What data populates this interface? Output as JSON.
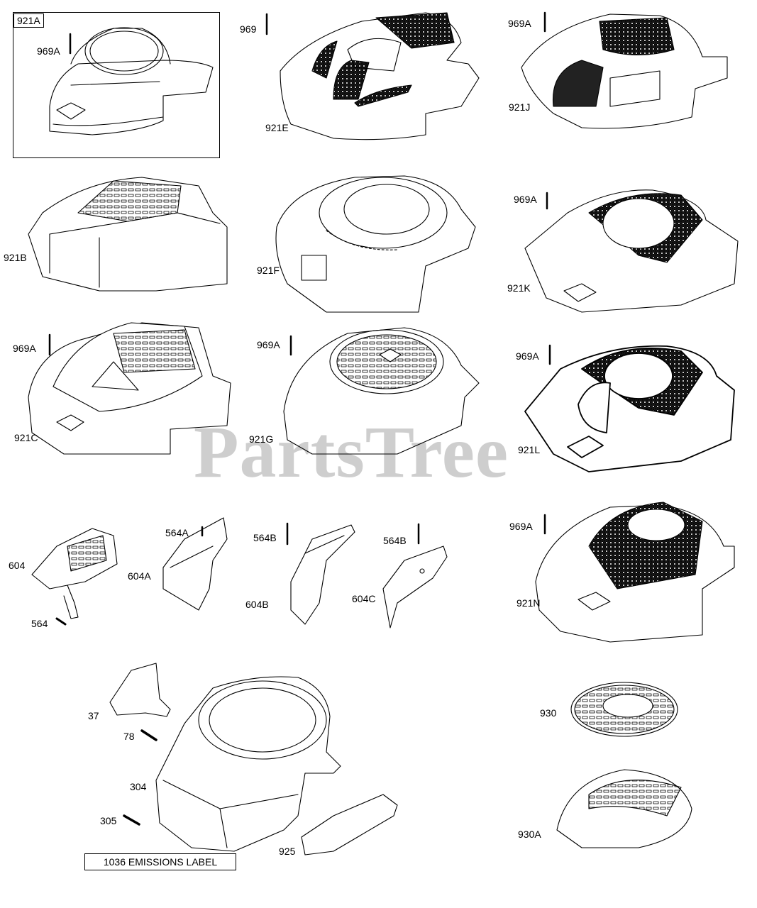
{
  "watermark": "PartsTree",
  "emissions_label": "1036 EMISSIONS LABEL",
  "callouts": {
    "921A_box": "921A",
    "969A_1": "969A",
    "969": "969",
    "921E": "921E",
    "969A_2": "969A",
    "921J": "921J",
    "921B": "921B",
    "921F": "921F",
    "969A_3": "969A",
    "921K": "921K",
    "969A_4": "969A",
    "921C": "921C",
    "969A_5": "969A",
    "921G": "921G",
    "969A_6": "969A",
    "921L": "921L",
    "604": "604",
    "564A": "564A",
    "604A": "604A",
    "564B_1": "564B",
    "604B": "604B",
    "564B_2": "564B",
    "604C": "604C",
    "969A_7": "969A",
    "921N": "921N",
    "564": "564",
    "37": "37",
    "78": "78",
    "304": "304",
    "305": "305",
    "925": "925",
    "930": "930",
    "930A": "930A"
  },
  "colors": {
    "line": "#000000",
    "watermark": "#c9c9c9",
    "mesh": "#3a3a3a"
  }
}
